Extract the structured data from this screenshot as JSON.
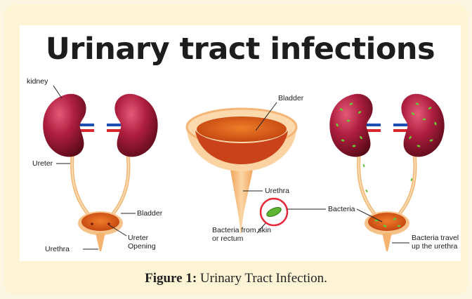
{
  "title": "Urinary tract infections",
  "labels": {
    "kidney": "kidney",
    "ureter": "Ureter",
    "bladder_left": "Bladder",
    "ureter_opening": "Ureter Opening",
    "urethra_left": "Urethra",
    "bladder_center": "Bladder",
    "urethra_center": "Urethra",
    "bacteria_source": "Bacteria from skin or rectum",
    "bacteria": "Bacteria",
    "bacteria_travel": "Bacteria travel up the urethra"
  },
  "caption": {
    "prefix": "Figure 1:",
    "text": "Urinary Tract Infection."
  },
  "colors": {
    "kidney": "#9a1730",
    "tube": "#f4c48a",
    "bladder": "#d95414",
    "bacteria": "#58b230",
    "ring": "#e8283a"
  }
}
